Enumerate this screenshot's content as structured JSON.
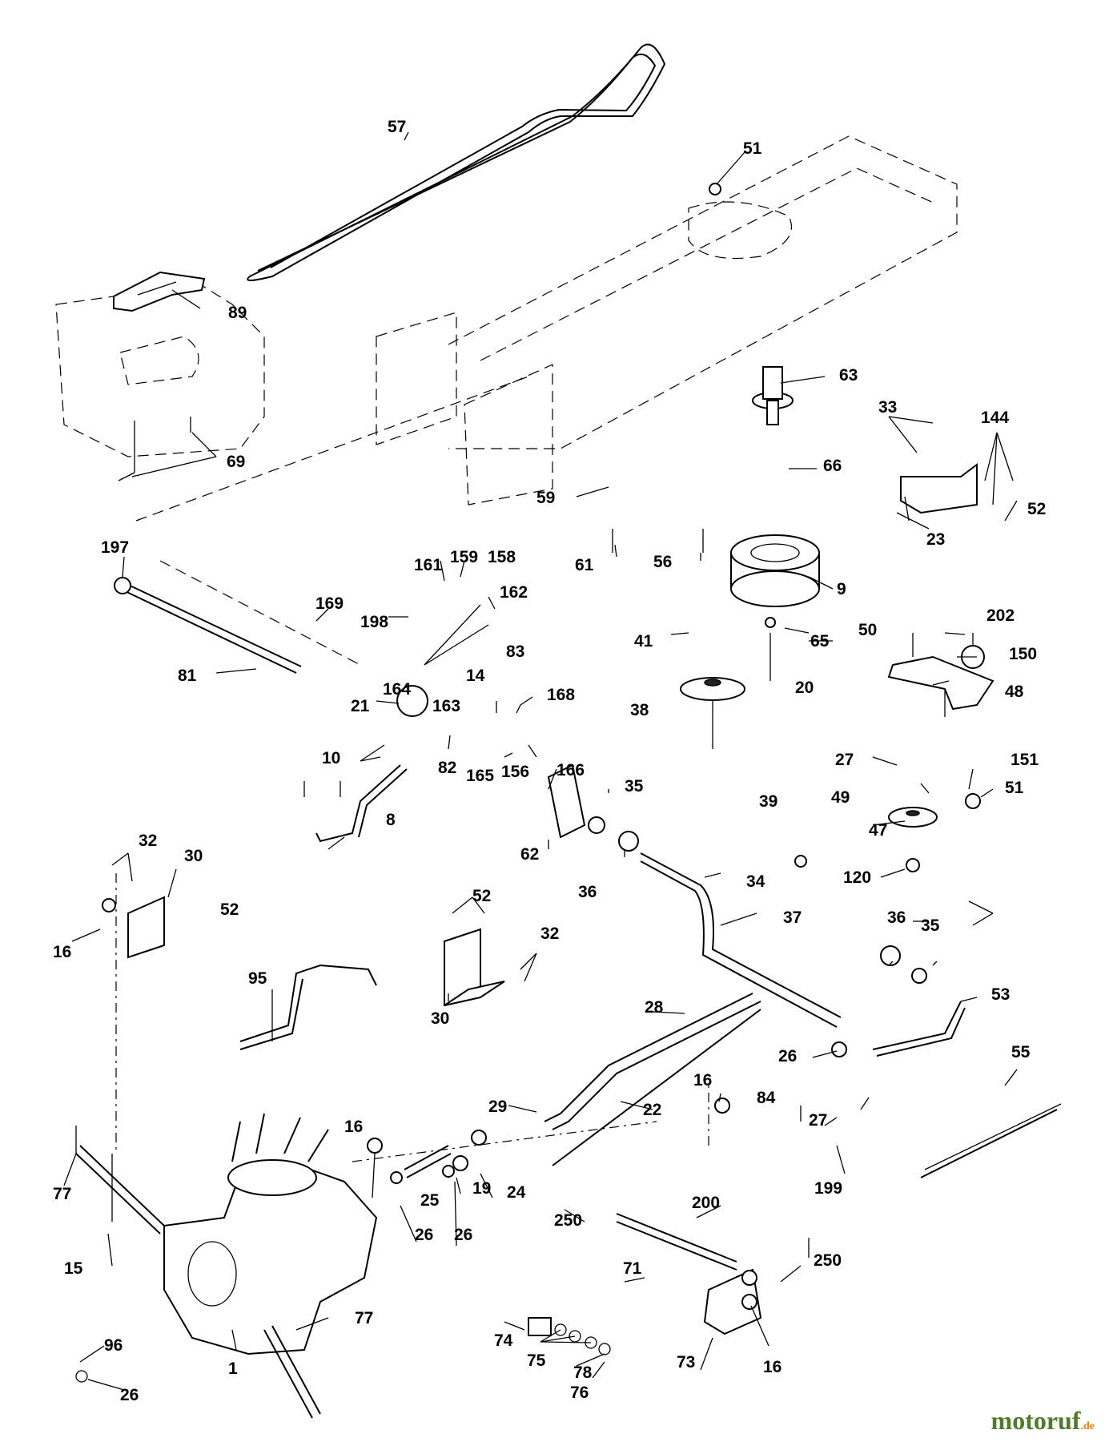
{
  "watermark": {
    "brand": "motoruf",
    "tld": ".de"
  },
  "part_labels": [
    "57",
    "51",
    "89",
    "63",
    "33",
    "144",
    "69",
    "66",
    "52",
    "59",
    "23",
    "61",
    "56",
    "9",
    "197",
    "161",
    "159",
    "158",
    "169",
    "162",
    "198",
    "41",
    "65",
    "50",
    "202",
    "150",
    "81",
    "164",
    "14",
    "83",
    "48",
    "168",
    "20",
    "21",
    "163",
    "38",
    "27",
    "151",
    "10",
    "82",
    "165",
    "156",
    "166",
    "39",
    "49",
    "51",
    "8",
    "35",
    "47",
    "62",
    "36",
    "120",
    "34",
    "32",
    "30",
    "52",
    "37",
    "36",
    "35",
    "16",
    "52",
    "32",
    "95",
    "53",
    "30",
    "28",
    "26",
    "55",
    "29",
    "22",
    "16",
    "84",
    "27",
    "16",
    "199",
    "77",
    "25",
    "19",
    "24",
    "250",
    "200",
    "26",
    "26",
    "15",
    "71",
    "250",
    "77",
    "74",
    "75",
    "73",
    "16",
    "96",
    "1",
    "78",
    "76",
    "26"
  ]
}
